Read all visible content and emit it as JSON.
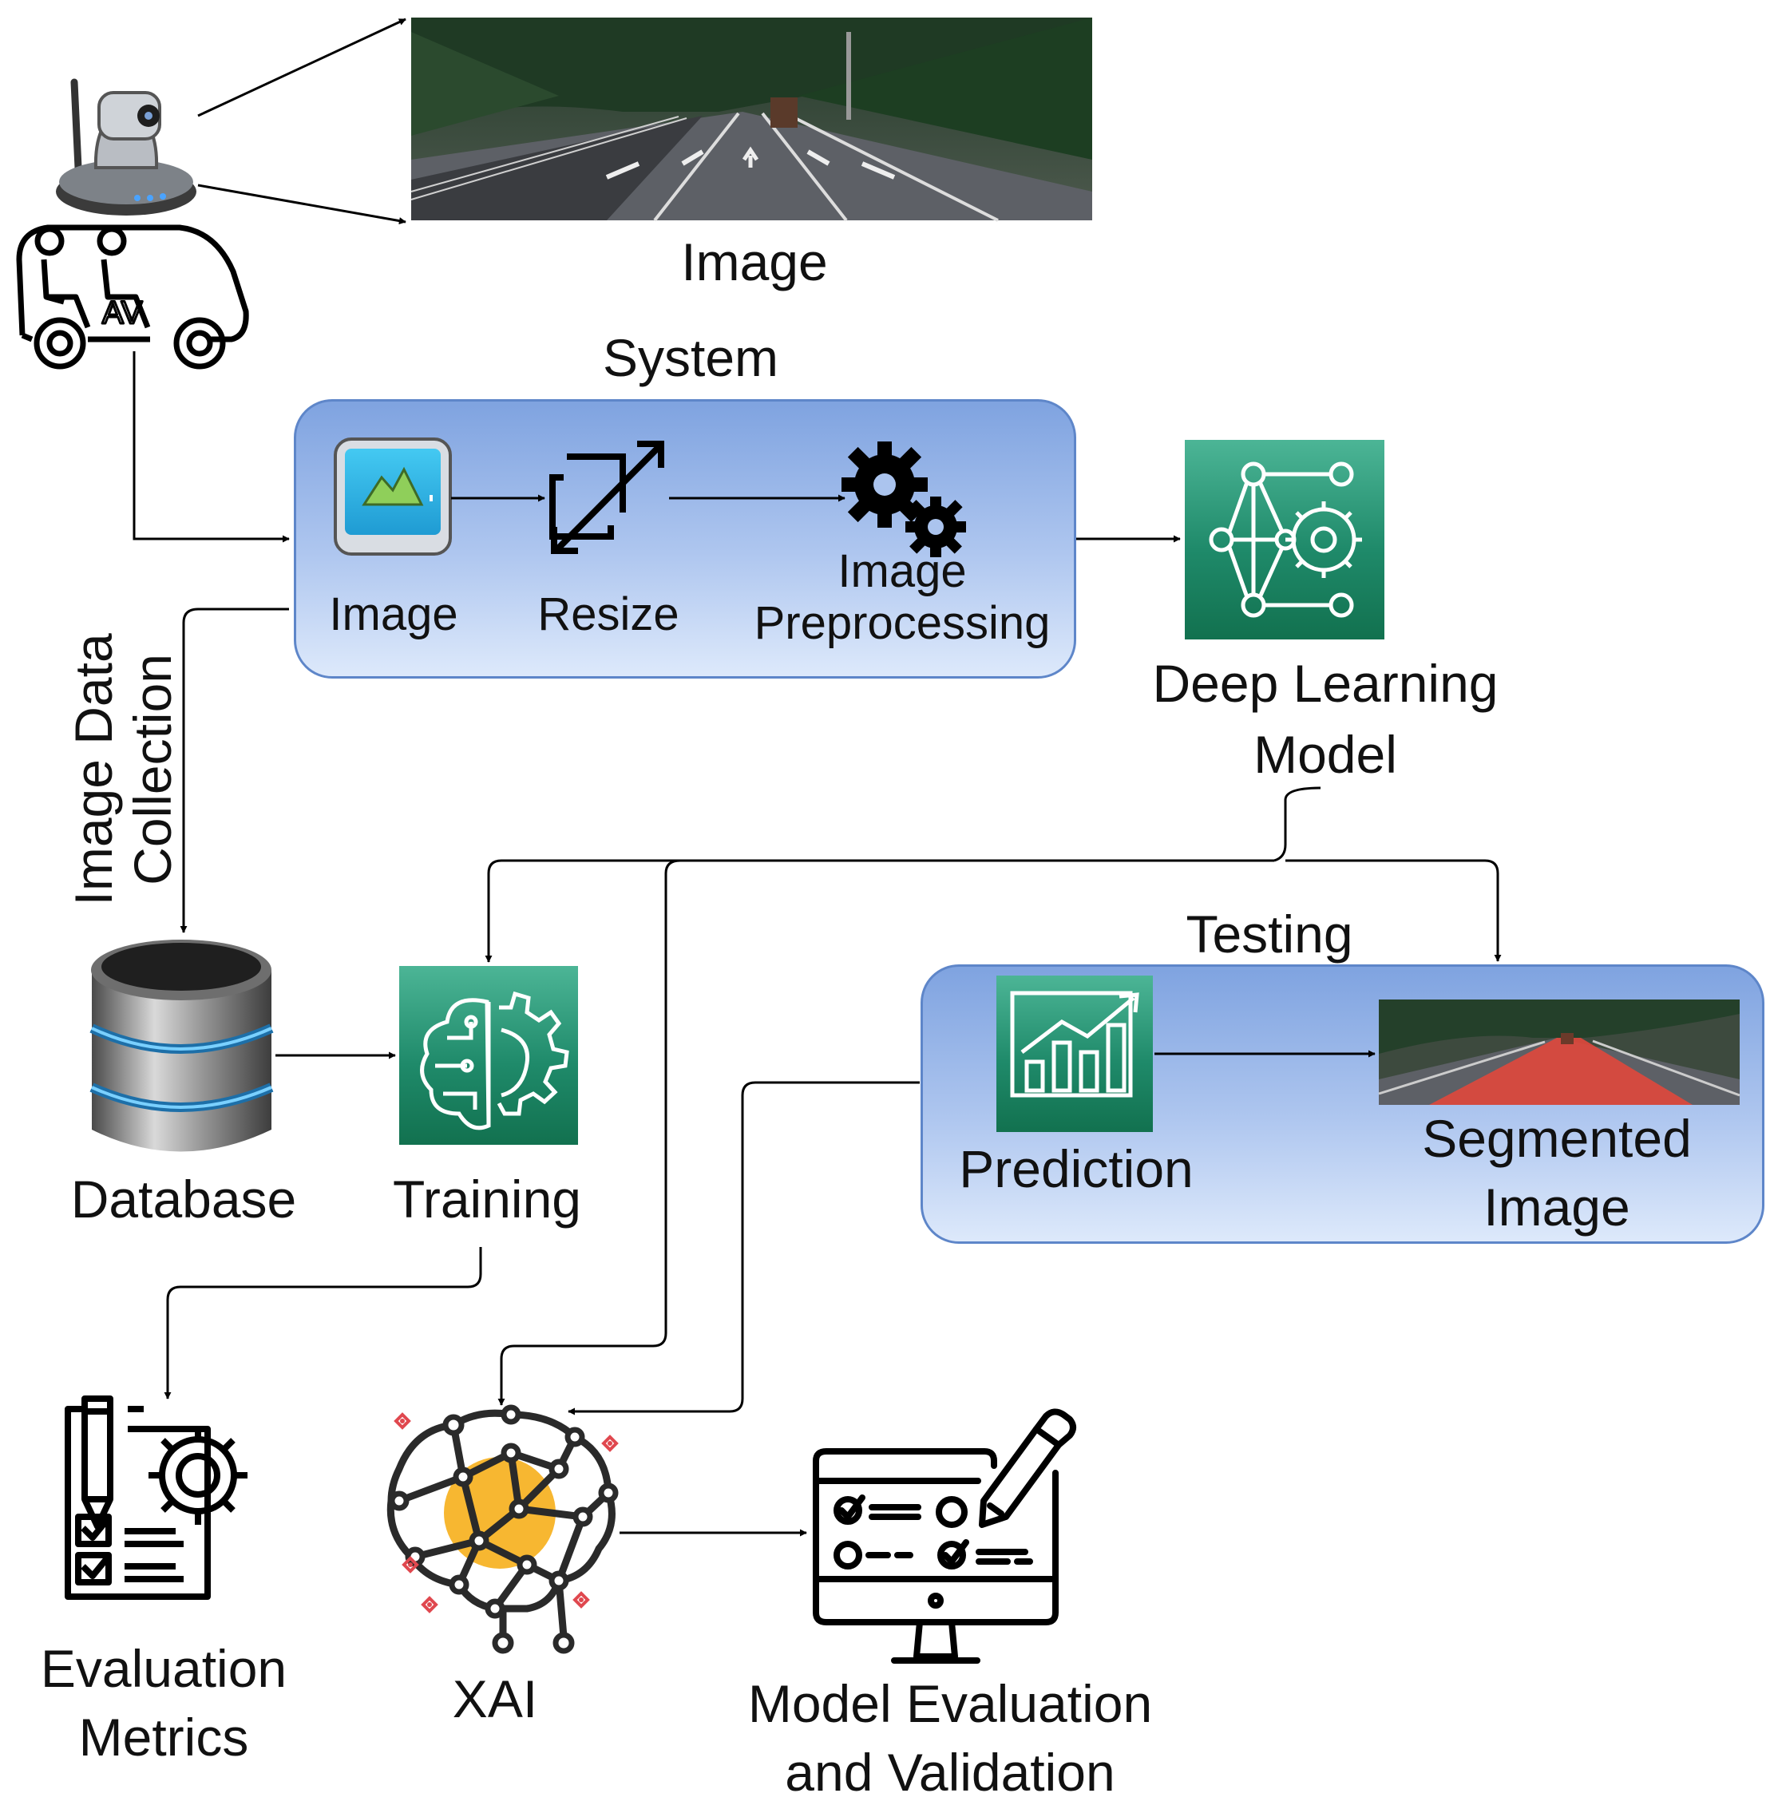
{
  "labels": {
    "image_top": "Image",
    "system": "System",
    "system_image": "Image",
    "resize": "Resize",
    "preprocessing_line1": "Image",
    "preprocessing_line2": "Preprocessing",
    "dl_line1": "Deep Learning",
    "dl_line2": "Model",
    "data_collection_line1": "Image Data",
    "data_collection_line2": "Collection",
    "database": "Database",
    "training": "Training",
    "testing": "Testing",
    "prediction": "Prediction",
    "segmented_line1": "Segmented",
    "segmented_line2": "Image",
    "eval_line1": "Evaluation",
    "eval_line2": "Metrics",
    "xai": "XAI",
    "model_eval_line1": "Model Evaluation",
    "model_eval_line2": "and Validation"
  },
  "icons": {
    "camera": "ip-camera-icon",
    "vehicle": "autonomous-vehicle-icon",
    "road_photo": "road-photo",
    "image_app": "image-app-icon",
    "resize": "resize-arrows-icon",
    "preprocessing": "gears-icon",
    "deep_learning": "neural-network-gear-icon",
    "database": "database-icon",
    "training": "brain-gear-icon",
    "prediction": "bar-chart-growth-icon",
    "segmented": "segmented-road-photo",
    "evaluation": "clipboard-gear-icon",
    "xai": "ai-brain-network-icon",
    "model_eval": "monitor-checklist-icon"
  },
  "colors": {
    "panel_top": "#7fa3e0",
    "panel_bottom": "#dde9fb",
    "panel_border": "#5e86c9",
    "tile_green": "#1f8a6a",
    "xai_highlight": "#f7b731",
    "segment_red": "#e0483c",
    "xai_sparkle": "#e0484f"
  }
}
